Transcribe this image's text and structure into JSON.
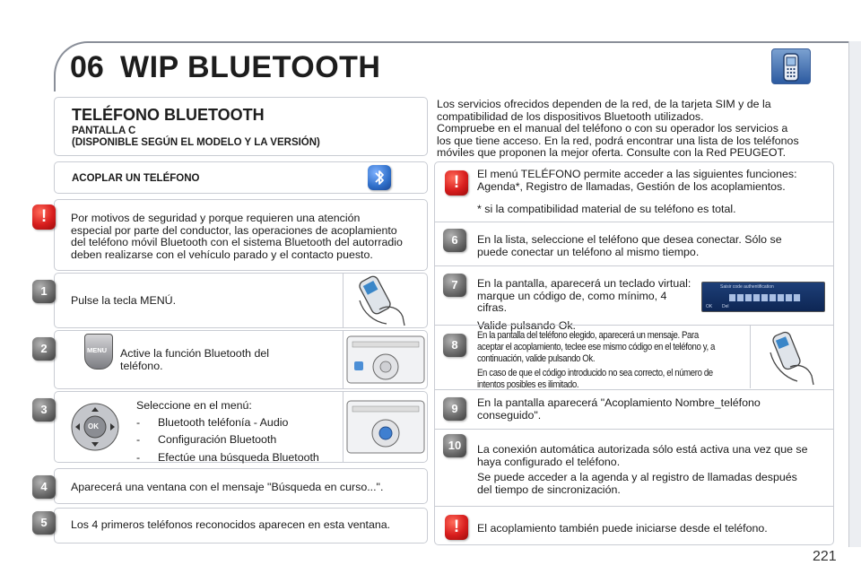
{
  "header": {
    "chapter": "06",
    "title": "WIP BLUETOOTH"
  },
  "page_number": "221",
  "section": {
    "title": "TELÉFONO BLUETOOTH",
    "subtitle_line1": "PANTALLA C",
    "subtitle_line2": "(DISPONIBLE SEGÚN EL MODELO Y LA VERSIÓN)"
  },
  "intro": [
    "Los servicios ofrecidos dependen de la red, de la tarjeta SIM y de la",
    "compatibilidad de los dispositivos Bluetooth utilizados.",
    "Compruebe en el manual del teléfono o con su operador los servicios a",
    "los que tiene acceso. En la red, podrá encontrar una lista de los teléfonos",
    "móviles que proponen la mejor oferta. Consulte con la Red PEUGEOT."
  ],
  "pair_title": "ACOPLAR UN TELÉFONO",
  "safety_warning": [
    "Por motivos de seguridad y porque requieren una atención",
    "especial por parte del conductor, las operaciones de acoplamiento",
    "del teléfono móvil Bluetooth con el sistema Bluetooth del autorradio",
    "deben realizarse con el vehículo parado y el contacto puesto."
  ],
  "steps_left": {
    "s1": {
      "num": "1",
      "text": "Pulse la tecla MENÚ."
    },
    "s2": {
      "num": "2",
      "line1": "Active la función Bluetooth del",
      "line2": "teléfono.",
      "key_label": "MENU"
    },
    "s3": {
      "num": "3",
      "intro": "Seleccione en el menú:",
      "items": [
        "Bluetooth teléfonía - Audio",
        "Configuración Bluetooth",
        "Efectúe una búsqueda Bluetooth"
      ],
      "key_label": "OK"
    },
    "s4": {
      "num": "4",
      "text": "Aparecerá una ventana con el mensaje \"Búsqueda en curso...\"."
    },
    "s5": {
      "num": "5",
      "text": "Los 4 primeros teléfonos reconocidos aparecen en esta ventana."
    }
  },
  "right": {
    "menu_info": [
      "El menú TELÉFONO permite acceder a las siguientes funciones:",
      "Agenda*, Registro de llamadas, Gestión de los acoplamientos."
    ],
    "footnote": "* si la compatibilidad material de su teléfono es total.",
    "s6": {
      "num": "6",
      "line1": "En la lista, seleccione el teléfono que desea conectar. Sólo se",
      "line2": "puede conectar un teléfono al mismo tiempo."
    },
    "s7": {
      "num": "7",
      "line1": "En la pantalla, aparecerá un teclado virtual:",
      "line2": "marque un código de, como mínimo, 4 cifras.",
      "line3": "Valide pulsando Ok.",
      "screen_title": "Saisir code authentification",
      "screen_ok": "OK",
      "screen_del": "Del"
    },
    "s8": {
      "num": "8",
      "lines": [
        "En la pantalla del teléfono elegido, aparecerá un mensaje. Para",
        "aceptar el acoplamiento, teclee ese mismo código en el teléfono y, a",
        "continuación, valide pulsando Ok.",
        "En caso de que el código introducido no sea correcto, el número de",
        "intentos posibles es ilimitado."
      ]
    },
    "s9": {
      "num": "9",
      "line1": "En la pantalla aparecerá \"Acoplamiento Nombre_teléfono",
      "line2": "conseguido\"."
    },
    "s10": {
      "num": "10",
      "lines": [
        "La conexión automática autorizada sólo está activa una vez que se",
        "haya configurado el teléfono.",
        "Se puede acceder a la agenda y al registro de llamadas después",
        "del tiempo de sincronización."
      ]
    },
    "final_note": "El acoplamiento también puede iniciarse desde el teléfono."
  },
  "icons": {
    "warning": "exclamation-icon",
    "bluetooth": "bluetooth-icon",
    "phone": "mobile-phone-icon"
  },
  "colors": {
    "step_badge": "#6d6d6d",
    "warning_badge": "#d81e1e",
    "bluetooth": "#2f6fc9",
    "border": "#c9ccd3"
  }
}
